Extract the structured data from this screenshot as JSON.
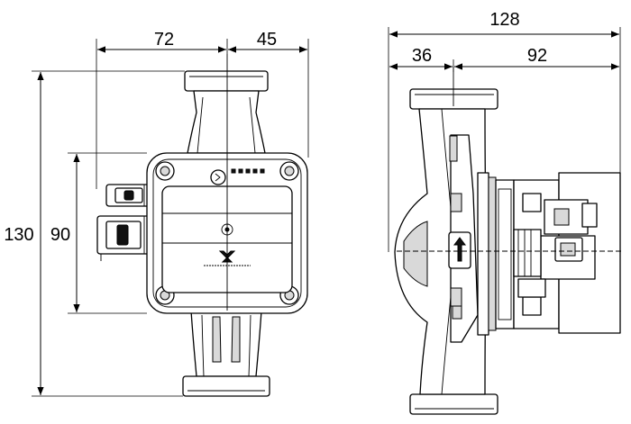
{
  "dimensions": {
    "front_width_left": "72",
    "front_width_right": "45",
    "front_height_total": "130",
    "front_height_head": "90",
    "side_depth_total": "128",
    "side_depth_left": "36",
    "side_depth_right": "92"
  },
  "colors": {
    "line": "#000000",
    "shade": "#d9d9d9",
    "background": "#ffffff"
  },
  "icons": {
    "brand_logo": "grundfos-logo",
    "flow_arrow": "flow-direction-arrow"
  }
}
